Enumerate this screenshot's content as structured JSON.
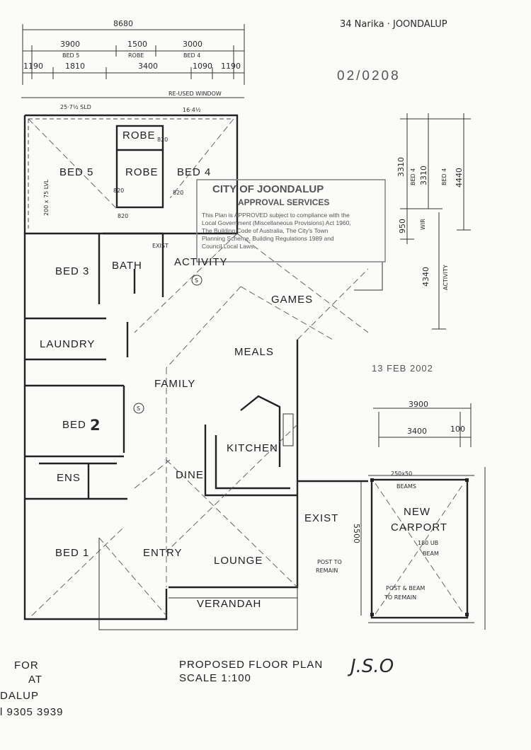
{
  "header": {
    "address_note": "34 Narika · JOONDALUP",
    "file_number": "02/0208",
    "date_stamp": "13 FEB 2002"
  },
  "dimensions_top": {
    "overall": "8680",
    "row1": [
      "3900",
      "1500",
      "3000"
    ],
    "row1_sub": [
      "BED 5",
      "ROBE",
      "BED 4"
    ],
    "row2": [
      "1190",
      "1810",
      "3400",
      "1090",
      "1190"
    ],
    "reused_window": "RE-USED WINDOW",
    "window_left": "25·7½ SLD",
    "window_right": "16·4½",
    "lvl_note": "200 x 75 LVL"
  },
  "dimensions_right": {
    "d1": "3310",
    "d1_label": "BED 4",
    "d2": "3310",
    "d2_label": "BED 4",
    "d3": "4440",
    "d4": "950",
    "d4_label": "WIR",
    "d5": "4340",
    "d5_label": "ACTIVITY",
    "carport_top": "3900",
    "carport_inner": "3400",
    "carport_side": "100",
    "carport_depth": "5500"
  },
  "rooms": {
    "robe1": "ROBE",
    "robe2": "ROBE",
    "bed5": "BED 5",
    "bed4": "BED 4",
    "bed3": "BED 3",
    "bath": "BATH",
    "exist_small": "EXIST",
    "activity": "ACTIVITY",
    "games": "GAMES",
    "laundry": "LAUNDRY",
    "meals": "MEALS",
    "family": "FAMILY",
    "bed2": "BED",
    "bed2_num": "2",
    "kitchen": "KITCHEN",
    "ens": "ENS",
    "dine": "DINE",
    "exist": "EXIST",
    "new_carport": "NEW",
    "new_carport2": "CARPORT",
    "bed1": "BED 1",
    "entry": "ENTRY",
    "lounge": "LOUNGE",
    "verandah": "VERANDAH"
  },
  "notes": {
    "door_820a": "820",
    "door_820b": "820",
    "door_820c": "820",
    "door_820d": "820",
    "beam_250": "250x50",
    "beams": "BEAMS",
    "ub": "180 UB",
    "beam": "BEAM",
    "post_remain_1": "POST TO",
    "post_remain_2": "REMAIN",
    "post_beam_1": "POST & BEAM",
    "post_beam_2": "TO REMAIN",
    "s_mark_1": "S",
    "s_mark_2": "S"
  },
  "approval_stamp": {
    "line1": "CITY OF JOONDALUP",
    "line2": "APPROVAL SERVICES",
    "line3": "This Plan is APPROVED subject to compliance with the",
    "line4": "Local Government (Miscellaneous Provisions) Act 1960,",
    "line5": "The Building Code of Australia, The City's Town",
    "line6": "Planning Scheme, Building Regulations 1989 and",
    "line7": "Council Local Laws."
  },
  "title_block": {
    "title": "PROPOSED FLOOR PLAN",
    "scale": "SCALE 1:100",
    "signature": "J.S.O"
  },
  "footer_left": {
    "line1": "FOR",
    "line2": "AT",
    "line3": "DALUP",
    "line4": "l 9305 3939"
  }
}
